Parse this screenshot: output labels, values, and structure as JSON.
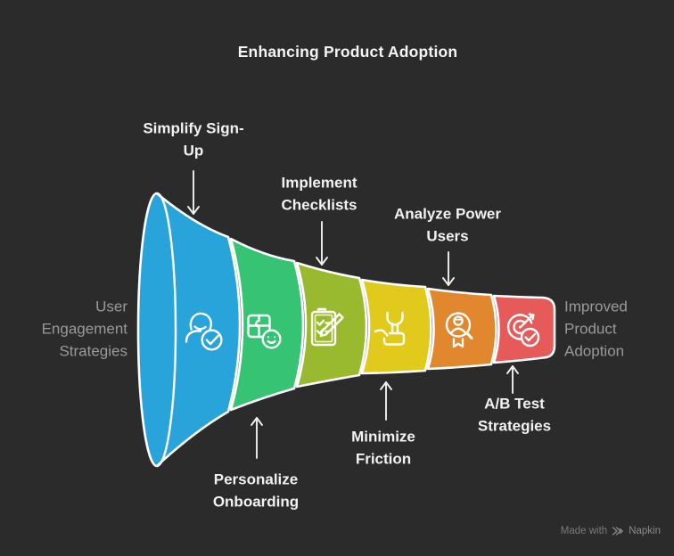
{
  "title": "Enhancing Product Adoption",
  "funnel": {
    "input_label": "User\nEngagement\nStrategies",
    "output_label": "Improved\nProduct\nAdoption",
    "stages": [
      {
        "label": "Simplify Sign-\nUp",
        "color": "#29a4da",
        "icon": "user-check-icon"
      },
      {
        "label": "Personalize\nOnboarding",
        "color": "#36c474",
        "icon": "puzzle-smiley-icon"
      },
      {
        "label": "Implement\nChecklists",
        "color": "#99ba2e",
        "icon": "checklist-pencil-icon"
      },
      {
        "label": "Minimize\nFriction",
        "color": "#e2ca1d",
        "icon": "hand-wrench-icon"
      },
      {
        "label": "Analyze Power\nUsers",
        "color": "#e1872e",
        "icon": "user-magnifier-icon"
      },
      {
        "label": "A/B Test\nStrategies",
        "color": "#e65b59",
        "icon": "target-arrow-check-icon"
      }
    ]
  },
  "watermark": {
    "prefix": "Made with",
    "brand": "Napkin"
  },
  "colors": {
    "background": "#2b2b2b",
    "outline": "#ffffff",
    "arrow": "#f0f0f0",
    "title_text": "#f5f5f5",
    "callout_text": "#f2f2f2",
    "side_label_text": "#9a9a9a",
    "watermark_text": "#7a7a7a"
  }
}
